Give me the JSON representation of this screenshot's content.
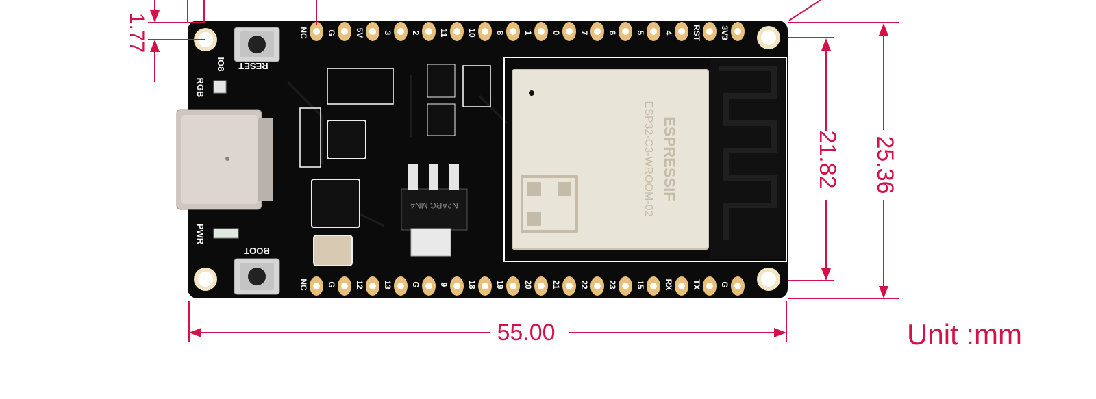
{
  "dimensions": {
    "width": "55.00",
    "height_outer": "25.36",
    "height_inner": "21.82",
    "hole_offset": "1.77",
    "unit": "Unit :mm"
  },
  "colors": {
    "dimension": "#d5114a",
    "pcb": "#0b0b0b",
    "pad": "#e8c07a",
    "module_shield": "#e9e4d8",
    "usb": "#cfc6c0"
  },
  "board": {
    "top_pins": [
      "NC",
      "G",
      "5V",
      "3",
      "2",
      "11",
      "10",
      "8",
      "1",
      "0",
      "7",
      "6",
      "5",
      "4",
      "RST",
      "3V3"
    ],
    "bottom_pins": [
      "NC",
      "G",
      "12",
      "13",
      "G",
      "9",
      "18",
      "19",
      "20",
      "21",
      "22",
      "23",
      "15",
      "RX",
      "TX",
      "G"
    ],
    "silkscreen": {
      "reset": "RESET",
      "io8": "IO8",
      "rgb": "RGB",
      "pwr": "PWR",
      "boot": "BOOT",
      "regulator": "N2ARC MN4"
    },
    "module": {
      "brand": "ESPRESSIF",
      "model": "ESP32-C3-WROOM-02"
    }
  }
}
